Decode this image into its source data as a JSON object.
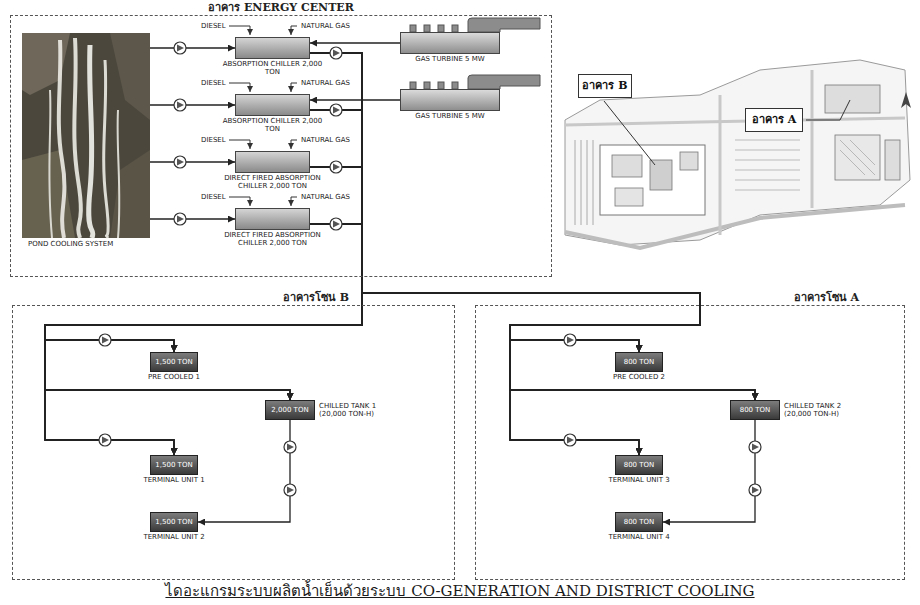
{
  "diagram": {
    "caption": "ไดอะแกรมระบบผลิตน้ำเย็นด้วยระบบ CO-GENERATION AND DISTRICT COOLING",
    "nodes": [
      {
        "text": [
          "อาคาร ENERGY CENTER"
        ]
      },
      {
        "text": [
          "POND COOLING SYSTEM"
        ],
        "in": 0
      },
      {
        "text": [
          "ABSORPTION CHILLER 2,000 TON"
        ],
        "in": 0
      },
      {
        "text": [
          "ABSORPTION CHILLER 2,000 TON"
        ],
        "in": 0
      },
      {
        "text": [
          "DIRECT FIRED ABSORPTION CHILLER 2,000 TON"
        ],
        "in": 0
      },
      {
        "text": [
          "DIRECT FIRED ABSORPTION CHILLER 2,000 TON"
        ],
        "in": 0
      },
      {
        "text": [
          "GAS TURBINE 5 MW"
        ],
        "in": 0
      },
      {
        "text": [
          "GAS TURBINE 5 MW"
        ],
        "in": 0
      },
      {
        "text": [
          "อาคาร B"
        ]
      },
      {
        "text": [
          "อาคาร A"
        ]
      },
      {
        "text": [
          "อาคารโซน B"
        ]
      },
      {
        "text": [
          "1,500 TON",
          "PRE COOLED 1"
        ],
        "in": 10
      },
      {
        "text": [
          "2,000 TON",
          "CHILLED TANK 1 (20,000 TON-H)"
        ],
        "in": 10
      },
      {
        "text": [
          "1,500 TON",
          "TERMINAL UNIT 1"
        ],
        "in": 10
      },
      {
        "text": [
          "1,500 TON",
          "TERMINAL UNIT 2"
        ],
        "in": 10
      },
      {
        "text": [
          "อาคารโซน A"
        ]
      },
      {
        "text": [
          "800 TON",
          "PRE COOLED 2"
        ],
        "in": 15
      },
      {
        "text": [
          "800 TON",
          "CHILLED TANK 2 (20,000 TON-H)"
        ],
        "in": 15
      },
      {
        "text": [
          "800 TON",
          "TERMINAL UNIT 3"
        ],
        "in": 15
      },
      {
        "text": [
          "800 TON",
          "TERMINAL UNIT 4"
        ],
        "in": 15
      }
    ],
    "edges": [
      {
        "from": 1,
        "to": 2,
        "arrow": "to"
      },
      {
        "from": 1,
        "to": 3,
        "arrow": "to"
      },
      {
        "from": 1,
        "to": 4,
        "arrow": "to"
      },
      {
        "from": 1,
        "to": 5,
        "arrow": "to"
      },
      {
        "from": 6,
        "to": 2,
        "arrow": "to"
      },
      {
        "from": 7,
        "to": 3,
        "arrow": "to"
      },
      {
        "from": 2,
        "to": 11,
        "arrow": "to"
      },
      {
        "from": 2,
        "to": 12,
        "arrow": "to"
      },
      {
        "from": 2,
        "to": 13,
        "arrow": "to"
      },
      {
        "from": 2,
        "to": 16,
        "arrow": "to"
      },
      {
        "from": 2,
        "to": 17,
        "arrow": "to"
      },
      {
        "from": 2,
        "to": 18,
        "arrow": "to"
      },
      {
        "from": 3,
        "to": 11,
        "arrow": "to"
      },
      {
        "from": 3,
        "to": 12,
        "arrow": "to"
      },
      {
        "from": 3,
        "to": 13,
        "arrow": "to"
      },
      {
        "from": 3,
        "to": 16,
        "arrow": "to"
      },
      {
        "from": 3,
        "to": 17,
        "arrow": "to"
      },
      {
        "from": 3,
        "to": 18,
        "arrow": "to"
      },
      {
        "from": 4,
        "to": 11,
        "arrow": "to"
      },
      {
        "from": 4,
        "to": 12,
        "arrow": "to"
      },
      {
        "from": 4,
        "to": 13,
        "arrow": "to"
      },
      {
        "from": 4,
        "to": 16,
        "arrow": "to"
      },
      {
        "from": 4,
        "to": 17,
        "arrow": "to"
      },
      {
        "from": 4,
        "to": 18,
        "arrow": "to"
      },
      {
        "from": 5,
        "to": 11,
        "arrow": "to"
      },
      {
        "from": 5,
        "to": 12,
        "arrow": "to"
      },
      {
        "from": 5,
        "to": 13,
        "arrow": "to"
      },
      {
        "from": 5,
        "to": 16,
        "arrow": "to"
      },
      {
        "from": 5,
        "to": 17,
        "arrow": "to"
      },
      {
        "from": 5,
        "to": 18,
        "arrow": "to"
      },
      {
        "from": 12,
        "to": 14,
        "arrow": "to"
      },
      {
        "from": 17,
        "to": 19,
        "arrow": "to"
      }
    ],
    "labels": [
      "DIESEL",
      "NATURAL GAS",
      "DIESEL",
      "NATURAL GAS",
      "DIESEL",
      "NATURAL GAS",
      "DIESEL",
      "NATURAL GAS"
    ]
  }
}
